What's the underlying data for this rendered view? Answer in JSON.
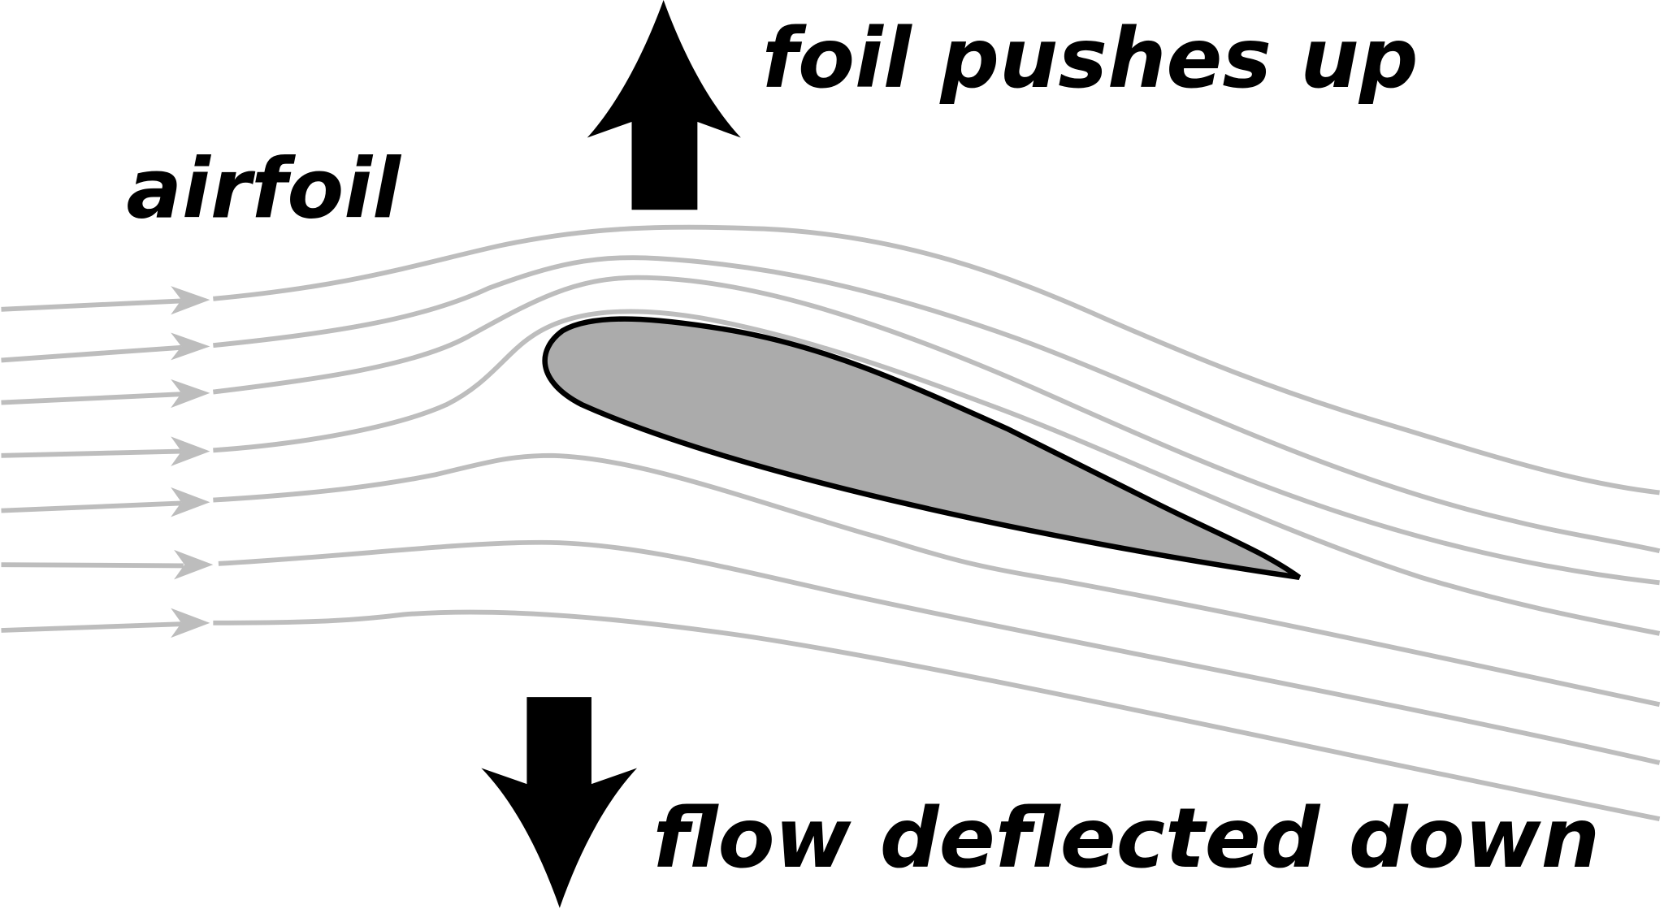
{
  "labels": {
    "lift": "foil pushes up",
    "airfoil": "airfoil",
    "downwash": "flow deflected down"
  },
  "colors": {
    "streamline": "#bdbdbd",
    "airfoil_fill": "#ababab",
    "outline": "#000000",
    "background": "#ffffff"
  }
}
